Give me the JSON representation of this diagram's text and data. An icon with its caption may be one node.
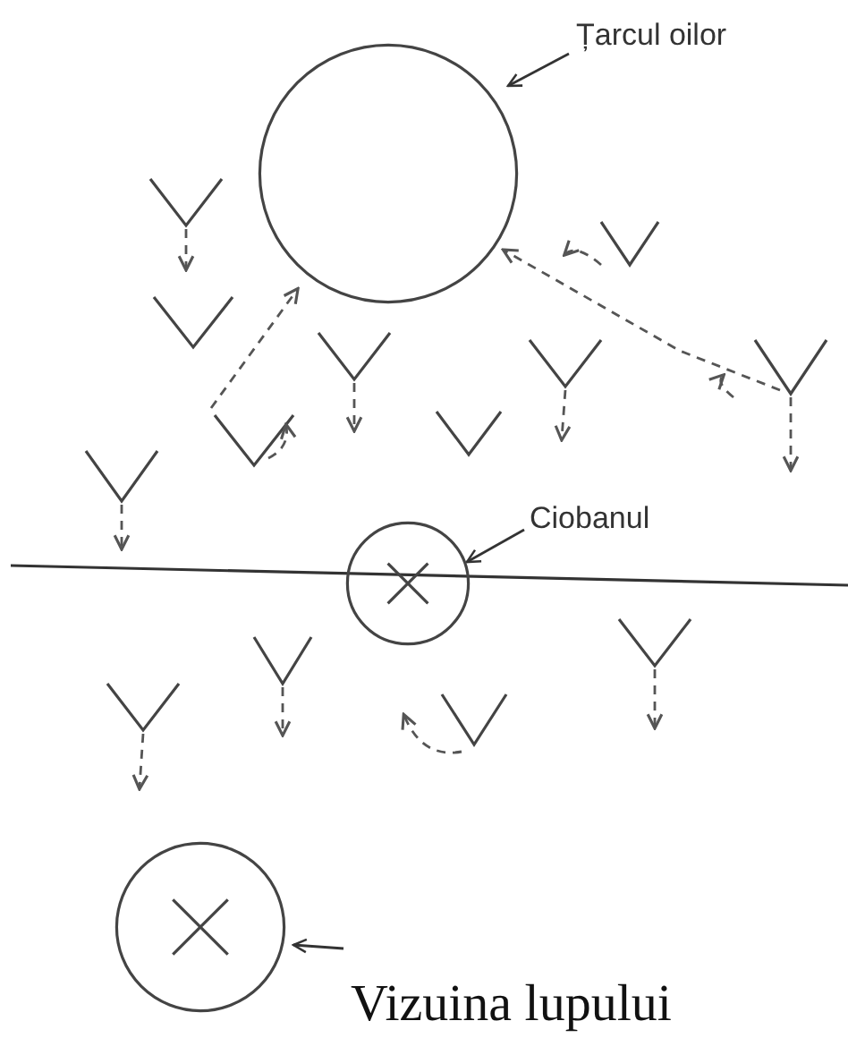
{
  "diagram": {
    "nodes": [
      {
        "text": [
          "Țarcul oilor"
        ]
      },
      {
        "text": [],
        "shape": "circle"
      },
      {
        "text": [
          "Ciobanul"
        ]
      },
      {
        "text": [],
        "shape": "circle"
      },
      {
        "text": [
          "Vizuina lupului"
        ]
      },
      {
        "text": [],
        "shape": "circle"
      }
    ],
    "edges": [
      {
        "from": 0,
        "to": 1,
        "arrow": "to"
      },
      {
        "from": 2,
        "to": 3,
        "arrow": "to"
      },
      {
        "from": 4,
        "to": 5,
        "arrow": "to"
      }
    ]
  }
}
